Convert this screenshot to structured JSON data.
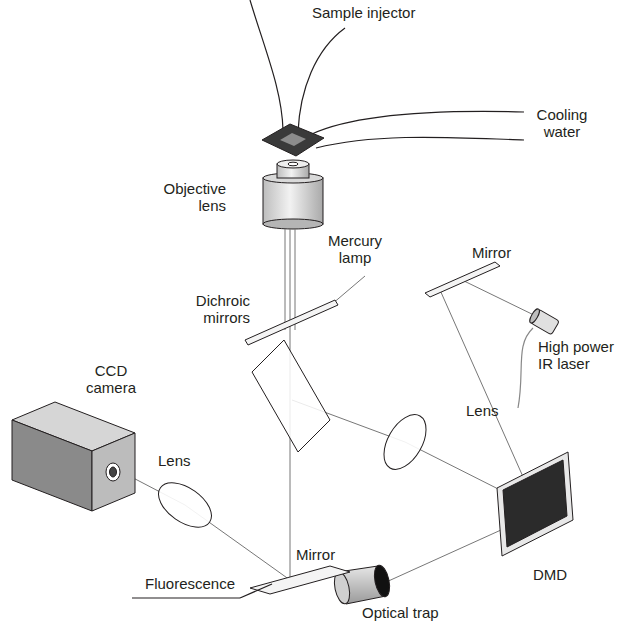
{
  "diagram": {
    "labels": [
      "Sample injector",
      "Cooling water",
      "Objective lens",
      "Mercury lamp",
      "Mirror",
      "High power IR laser",
      "Dichroic mirrors",
      "CCD camera",
      "Lens",
      "Lens",
      "Mirror",
      "DMD",
      "Optical trap",
      "Fluorescence"
    ]
  }
}
